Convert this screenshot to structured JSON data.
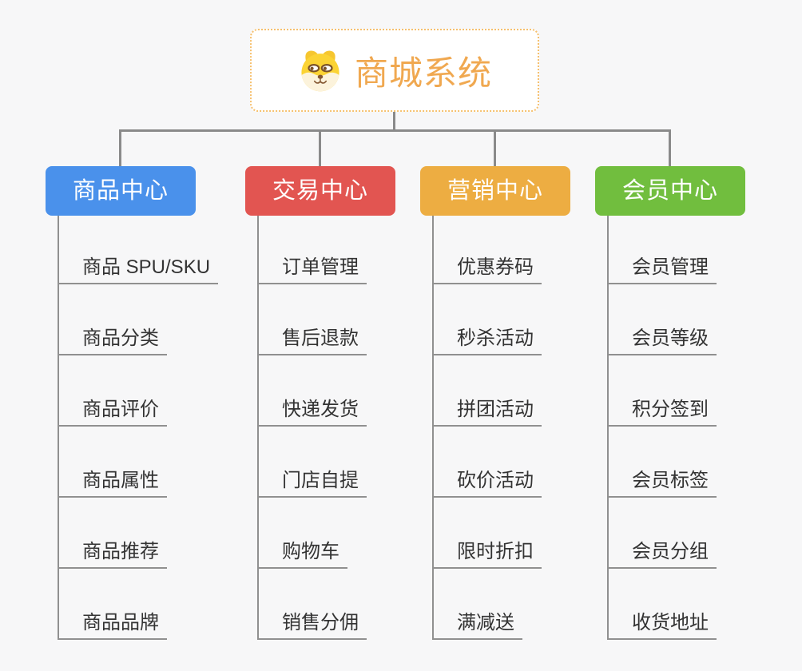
{
  "page": {
    "background": "#F7F7F8"
  },
  "root": {
    "title": "商城系统",
    "title_color": "#F0A850",
    "border_color": "#F6C06E",
    "icon": "shiba-dog-icon"
  },
  "connector_color": "#8A8A8A",
  "branches": [
    {
      "label": "商品中心",
      "color": "#4A91EB",
      "items": [
        "商品 SPU/SKU",
        "商品分类",
        "商品评价",
        "商品属性",
        "商品推荐",
        "商品品牌"
      ]
    },
    {
      "label": "交易中心",
      "color": "#E25551",
      "items": [
        "订单管理",
        "售后退款",
        "快递发货",
        "门店自提",
        "购物车",
        "销售分佣"
      ]
    },
    {
      "label": "营销中心",
      "color": "#EDAD42",
      "items": [
        "优惠券码",
        "秒杀活动",
        "拼团活动",
        "砍价活动",
        "限时折扣",
        "满减送"
      ]
    },
    {
      "label": "会员中心",
      "color": "#71BE3E",
      "items": [
        "会员管理",
        "会员等级",
        "积分签到",
        "会员标签",
        "会员分组",
        "收货地址"
      ]
    }
  ]
}
